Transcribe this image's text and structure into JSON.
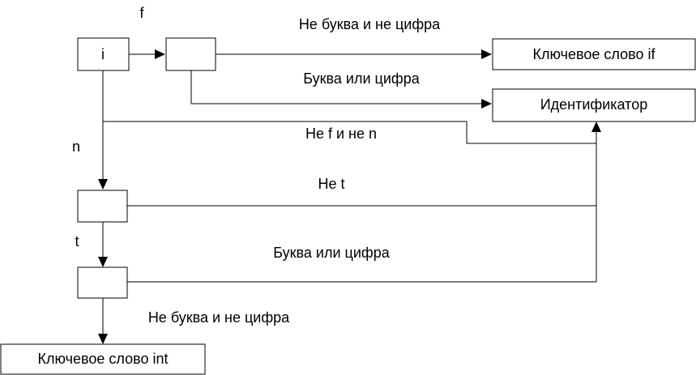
{
  "states": {
    "start": "i",
    "after_f": "",
    "after_n": "",
    "after_t": ""
  },
  "results": {
    "keyword_if": "Ключевое слово if",
    "identifier": "Идентификатор",
    "keyword_int": "Ключевое слово int"
  },
  "transitions": {
    "f": "f",
    "n": "n",
    "t": "t",
    "not_letter_not_digit_if": "Не буква и не цифра",
    "letter_or_digit_if": "Буква или цифра",
    "not_f_not_n": "Не f и не n",
    "not_t": "Не t",
    "letter_or_digit_int": "Буква или цифра",
    "not_letter_not_digit_int": "Не буква и не цифра"
  }
}
